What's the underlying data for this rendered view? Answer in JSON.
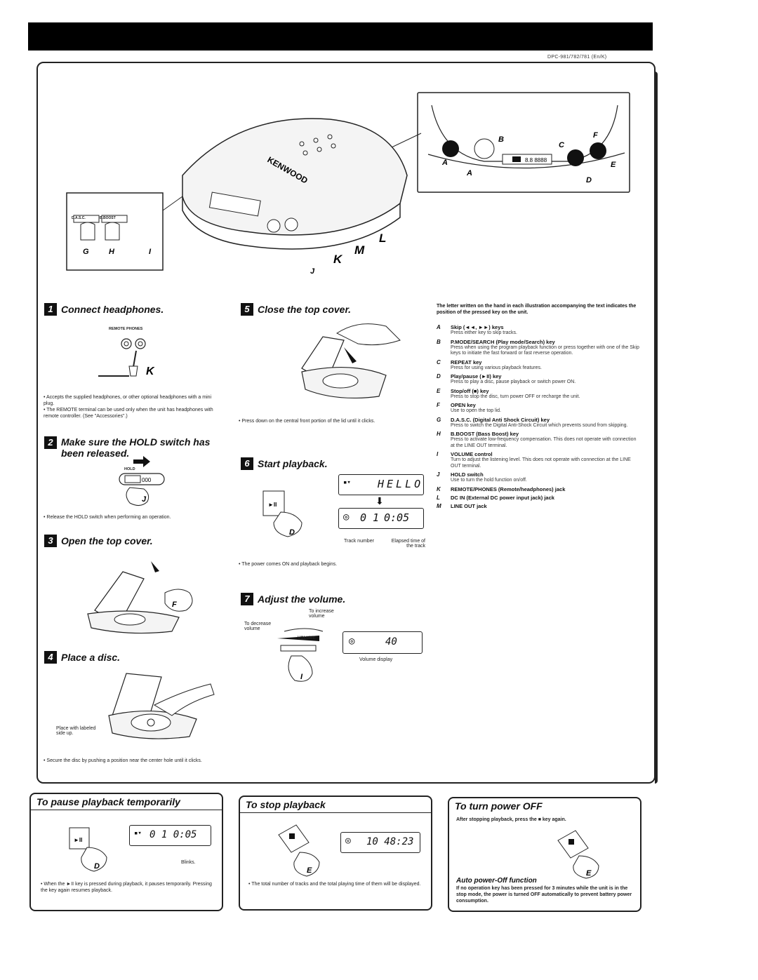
{
  "model_code": "DPC-981/782/781 (En/K)",
  "device_brand": "KENWOOD",
  "labels": {
    "K": "K",
    "L": "L",
    "M": "M"
  },
  "step1": {
    "num": "1",
    "title": "Connect headphones.",
    "jack_label": "REMOTE PHONES",
    "letter": "K",
    "notes": [
      "Accepts the supplied headphones, or other optional headphones with a mini plug.",
      "The REMOTE terminal can be used only when the unit has headphones with remote controller. (See \"Accessories\".)"
    ]
  },
  "step2": {
    "num": "2",
    "title": "Make sure the HOLD switch has been released.",
    "hold_label": "HOLD",
    "note": "Release the HOLD switch when performing an operation."
  },
  "step3": {
    "num": "3",
    "title": "Open the top cover."
  },
  "step4": {
    "num": "4",
    "title": "Place a disc.",
    "caption": "Place with labeled side up.",
    "note": "Secure the disc by pushing a position near the center hole until it clicks."
  },
  "step5": {
    "num": "5",
    "title": "Close the top cover.",
    "note": "Press down on the central front portion of the lid until it clicks."
  },
  "step6": {
    "num": "6",
    "title": "Start playback.",
    "display1": "HELLO",
    "display2_track": "0 1",
    "display2_time": "0:05",
    "track_caption": "Track number",
    "elapsed_caption": "Elapsed time of the track",
    "note": "The power comes ON and playback begins."
  },
  "step7": {
    "num": "7",
    "title": "Adjust the volume.",
    "increase": "To increase volume",
    "decrease": "To decrease volume",
    "volume_label": "VOLUME",
    "display": "40",
    "display_caption": "Volume display"
  },
  "keys_intro": "The letter written on the hand in each illustration accompanying the text indicates the position of the pressed key on the unit.",
  "keys": [
    {
      "letter": "A",
      "name": "Skip (◄◄, ►►) keys",
      "desc": "Press either key to skip tracks."
    },
    {
      "letter": "B",
      "name": "P.MODE/SEARCH (Play mode/Search) key",
      "desc": "Press when using the program playback function or press together with one of the Skip keys to initiate the fast forward or fast reverse operation."
    },
    {
      "letter": "C",
      "name": "REPEAT key",
      "desc": "Press for using various playback features."
    },
    {
      "letter": "D",
      "name": "Play/pause (►II) key",
      "desc": "Press to play a disc, pause playback or switch power ON."
    },
    {
      "letter": "E",
      "name": "Stop/off (■) key",
      "desc": "Press to stop the disc, turn power OFF or recharge the unit."
    },
    {
      "letter": "F",
      "name": "OPEN key",
      "desc": "Use to open the top lid."
    },
    {
      "letter": "G",
      "name": "D.A.S.C. (Digital Anti Shock Circuit) key",
      "desc": "Press to switch the Digital Anti-Shock Circuit which prevents sound from skipping."
    },
    {
      "letter": "H",
      "name": "B.BOOST (Bass Boost) key",
      "desc": "Press to activate low-frequency compensation. This does not operate with connection at the LINE OUT terminal."
    },
    {
      "letter": "I",
      "name": "VOLUME control",
      "desc": "Turn to adjust the listening level. This does not operate with connection at the LINE OUT terminal."
    },
    {
      "letter": "J",
      "name": "HOLD switch",
      "desc": "Use to turn the hold function on/off."
    },
    {
      "letter": "K",
      "name": "REMOTE/PHONES (Remote/headphones) jack",
      "desc": ""
    },
    {
      "letter": "L",
      "name": "DC IN (External DC power input jack) jack",
      "desc": ""
    },
    {
      "letter": "M",
      "name": "LINE OUT jack",
      "desc": ""
    }
  ],
  "pause": {
    "title": "To pause playback temporarily",
    "display": "0 1  0:05",
    "blinks": "Blinks.",
    "note": "When the ►II key is pressed during playback, it pauses temporarily. Pressing the key again resumes playback."
  },
  "stop": {
    "title": "To stop playback",
    "display": "10 48:23",
    "note": "The total number of tracks and the total playing time of them will be displayed."
  },
  "poweroff": {
    "title": "To turn power OFF",
    "sub": "After stopping playback, press the ■ key again.",
    "auto_title": "Auto power-Off function",
    "auto_text": "If no operation key has been pressed for 3 minutes while the unit is in the stop mode, the power is turned OFF automatically to prevent battery power consumption."
  },
  "buttons": {
    "dasc": "D.A.S.C.",
    "bboost": "B.BOOST"
  }
}
